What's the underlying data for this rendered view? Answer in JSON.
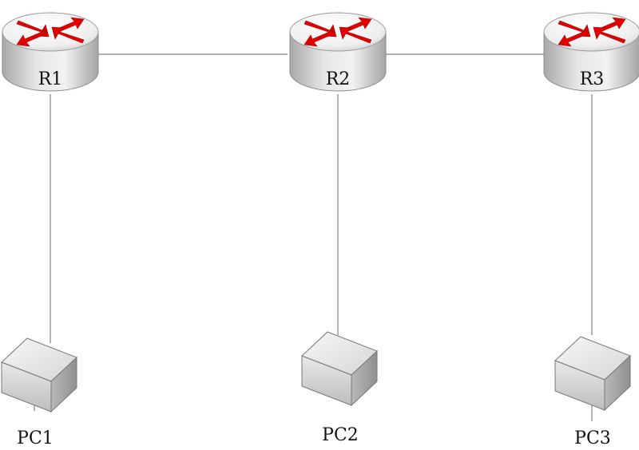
{
  "diagram": {
    "type": "network-topology",
    "routers": [
      {
        "label": "R1",
        "icon": "router-icon"
      },
      {
        "label": "R2",
        "icon": "router-icon"
      },
      {
        "label": "R3",
        "icon": "router-icon"
      }
    ],
    "pcs": [
      {
        "label": "PC1",
        "icon": "pc-icon"
      },
      {
        "label": "PC2",
        "icon": "pc-icon"
      },
      {
        "label": "PC3",
        "icon": "pc-icon"
      }
    ],
    "links": [
      {
        "from": "R1",
        "to": "R2"
      },
      {
        "from": "R2",
        "to": "R3"
      },
      {
        "from": "R1",
        "to": "PC1"
      },
      {
        "from": "R2",
        "to": "PC2"
      },
      {
        "from": "R3",
        "to": "PC3"
      }
    ]
  },
  "colors": {
    "router_body": "#dcdcdc",
    "router_top": "#f4f4f4",
    "arrow_red": "#e00000",
    "link_line": "#777777",
    "pc_body": "#d8d8d8"
  }
}
